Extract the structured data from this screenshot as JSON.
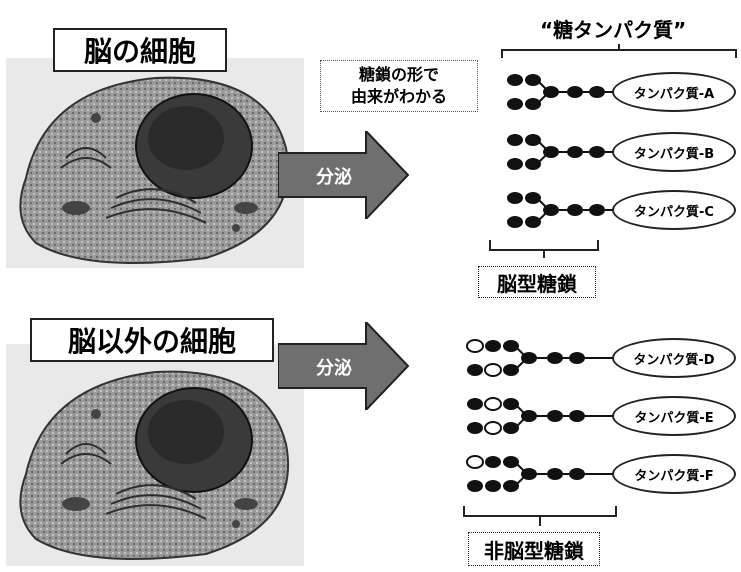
{
  "top_section": {
    "cell_label": "脳の細胞",
    "secretion_label": "分泌",
    "note_line1": "糖鎖の形で",
    "note_line2": "由来がわかる",
    "group_title": "“糖タンパク質”",
    "proteins": [
      "タンパク質-A",
      "タンパク質-B",
      "タンパク質-C"
    ],
    "chain_type_label": "脳型糖鎖"
  },
  "bottom_section": {
    "cell_label": "脳以外の細胞",
    "secretion_label": "分泌",
    "proteins": [
      "タンパク質-D",
      "タンパク質-E",
      "タンパク質-F"
    ],
    "chain_type_label": "非脳型糖鎖"
  },
  "colors": {
    "sugar_dark": "#111111",
    "sugar_light": "#ffffff",
    "arrow": "#6f6f6f",
    "cell_body": "#8a8a8a"
  }
}
